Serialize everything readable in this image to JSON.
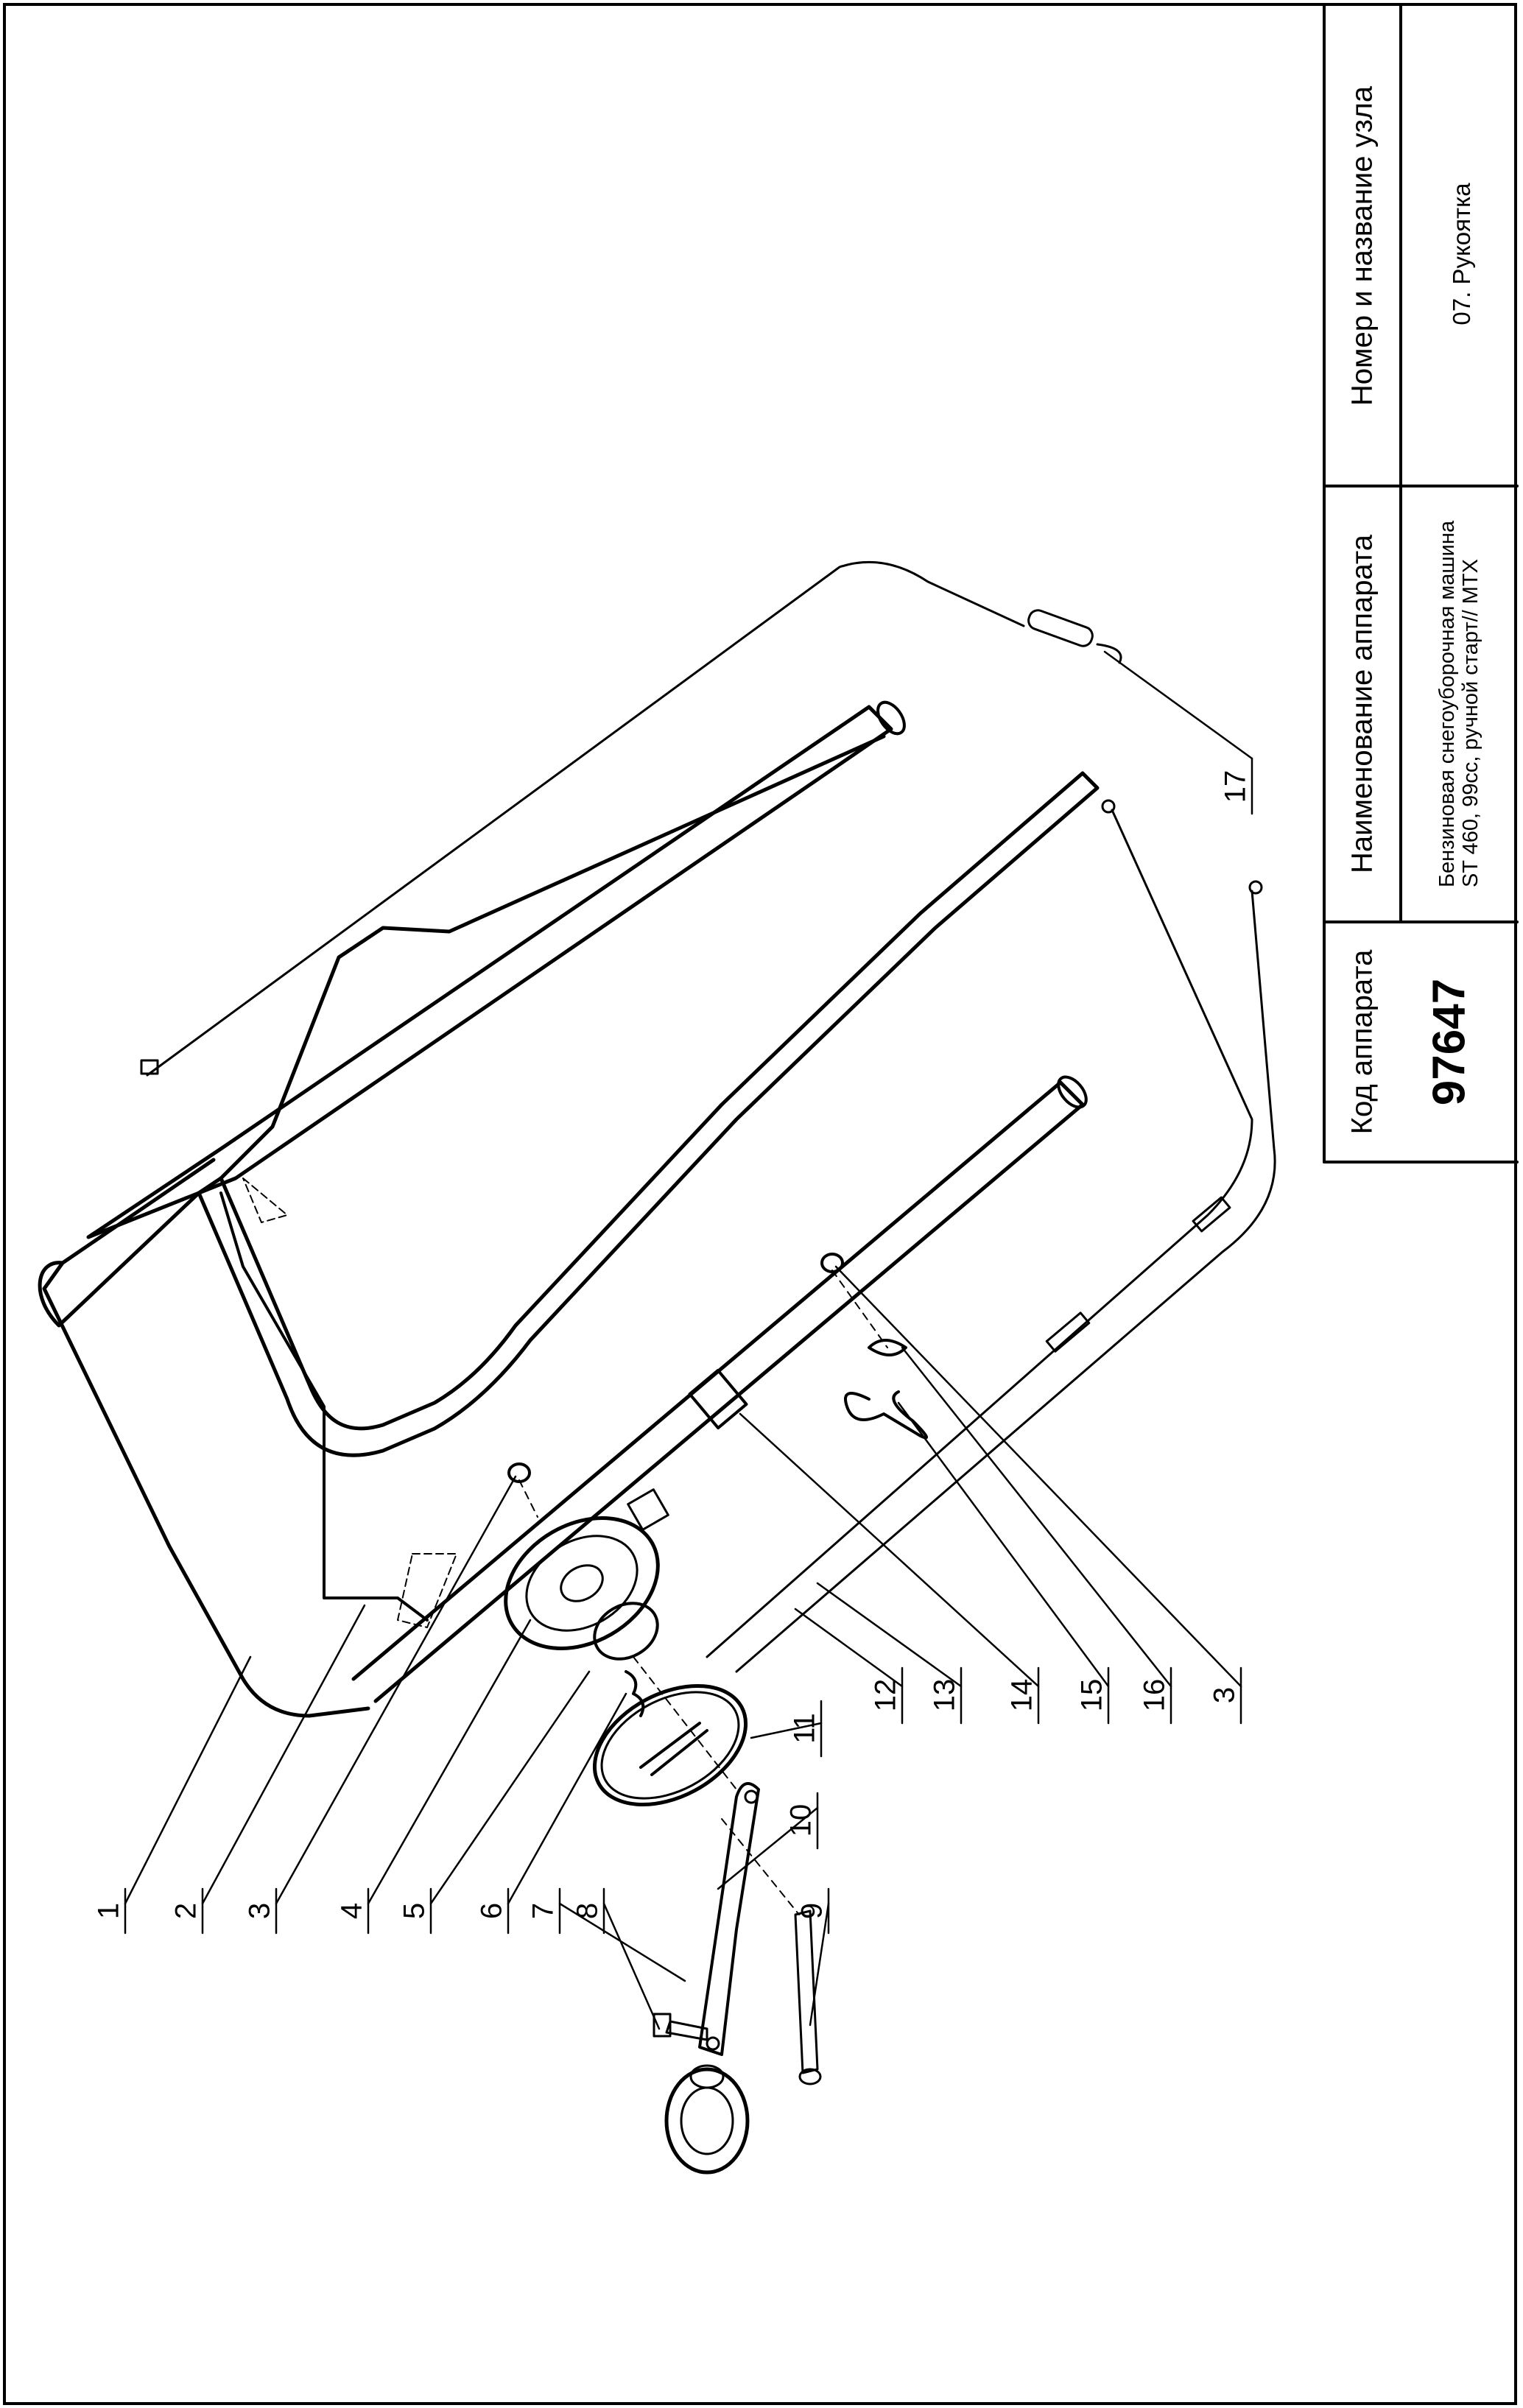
{
  "title_block": {
    "code_header": "Код аппарата",
    "code_value": "97647",
    "name_header": "Наименование аппарата",
    "name_line1": "Бензиновая снегоуборочная машина",
    "name_line2": "ST 460, 99cc, ручной старт// MTX",
    "unit_header": "Номер и название узла",
    "unit_value": "07. Рукоятка"
  },
  "callouts": [
    {
      "id": "1",
      "label": "1"
    },
    {
      "id": "2",
      "label": "2"
    },
    {
      "id": "3a",
      "label": "3"
    },
    {
      "id": "4",
      "label": "4"
    },
    {
      "id": "5",
      "label": "5"
    },
    {
      "id": "6",
      "label": "6"
    },
    {
      "id": "7",
      "label": "7"
    },
    {
      "id": "8",
      "label": "8"
    },
    {
      "id": "9",
      "label": "9"
    },
    {
      "id": "10",
      "label": "10"
    },
    {
      "id": "11",
      "label": "11"
    },
    {
      "id": "12",
      "label": "12"
    },
    {
      "id": "13",
      "label": "13"
    },
    {
      "id": "14",
      "label": "14"
    },
    {
      "id": "15",
      "label": "15"
    },
    {
      "id": "16",
      "label": "16"
    },
    {
      "id": "3b",
      "label": "3"
    },
    {
      "id": "17",
      "label": "17"
    }
  ]
}
